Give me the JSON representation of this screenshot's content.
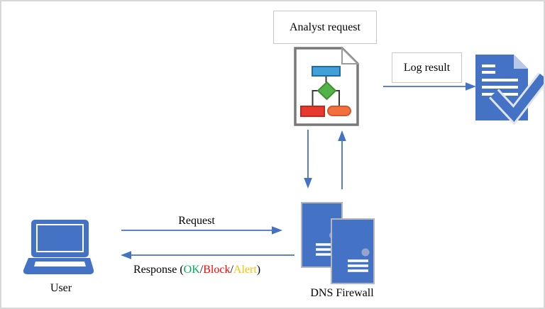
{
  "boxes": {
    "analyst": {
      "label": "Analyst request"
    },
    "log": {
      "label": "Log result"
    }
  },
  "labels": {
    "request": "Request",
    "response_prefix": "Response (",
    "response_ok": "OK",
    "response_sep1": "/",
    "response_block": "Block",
    "response_sep2": "/",
    "response_alert": "Alert",
    "response_suffix": ")",
    "user": "User",
    "dns_firewall": "DNS Firewall"
  },
  "icons": {
    "flowchart_document": "flowchart-document-icon",
    "checked_document": "checked-document-icon",
    "laptop": "laptop-icon",
    "servers": "server-stack-icon"
  },
  "colors": {
    "accent_blue": "#4472C4",
    "arrow_blue": "#4472C4",
    "ok_green": "#00B050",
    "block_red": "#FF0000",
    "alert_amber": "#FFC000",
    "flow_rect_blue": "#41A0D9",
    "flow_diamond_green": "#54B348",
    "flow_rect_red": "#E8392E",
    "flow_stadium_orange": "#F2703D"
  }
}
